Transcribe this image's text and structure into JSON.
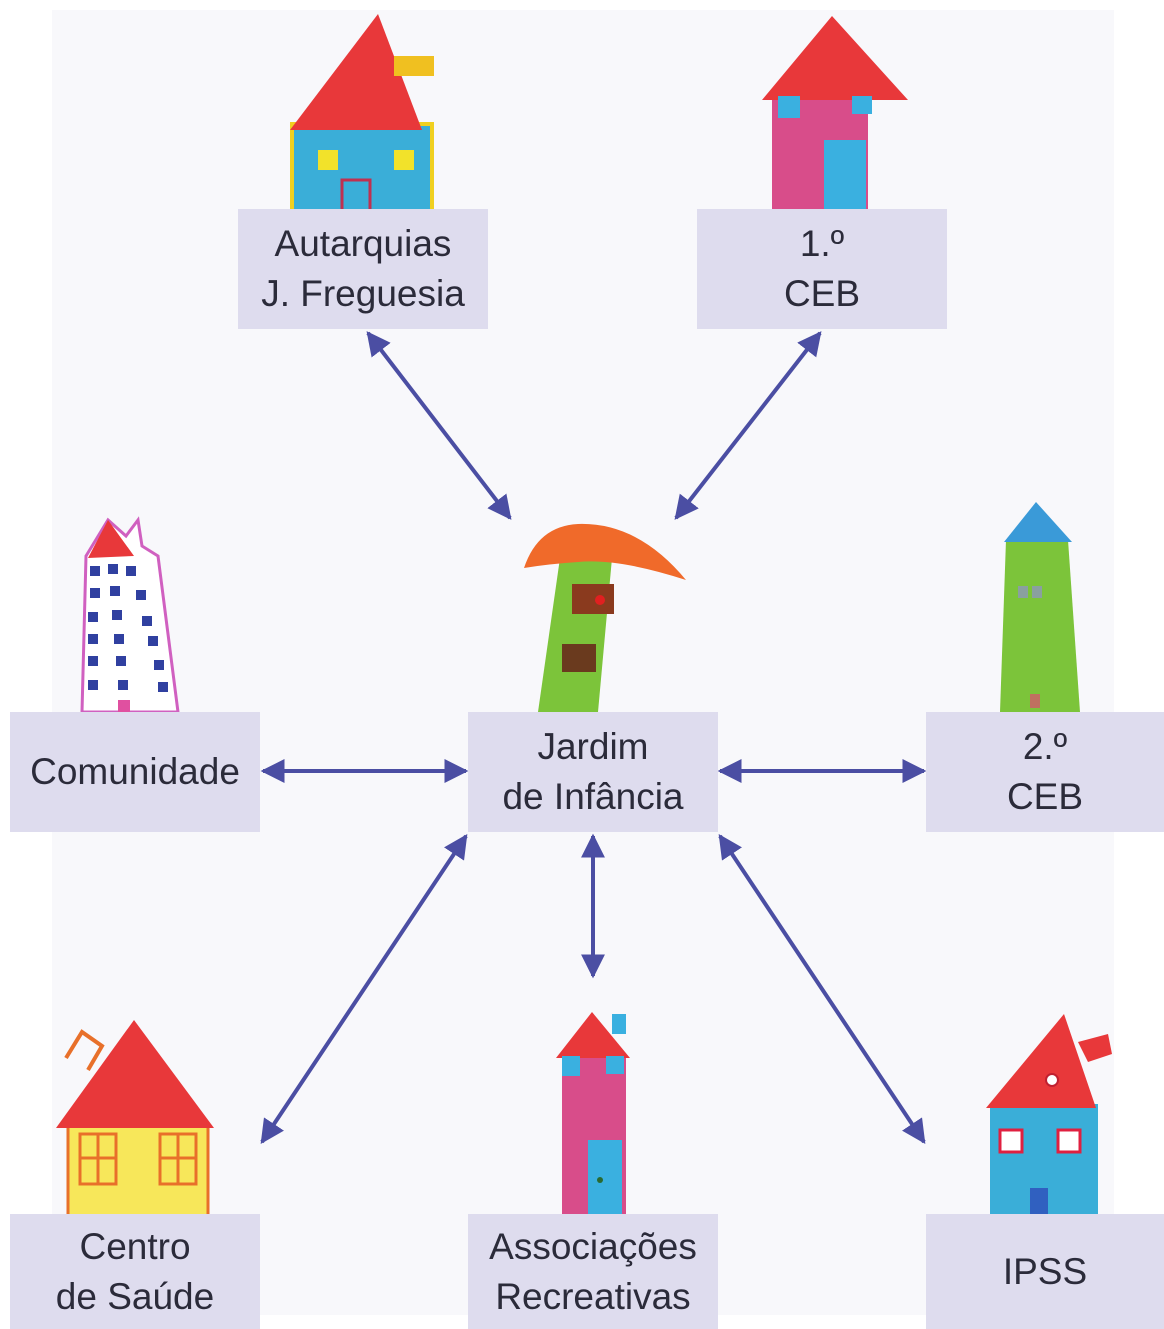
{
  "colors": {
    "box_fill": "#dedcee",
    "arrow": "#4b4ea3",
    "text": "#2b2b3a"
  },
  "center": {
    "line1": "Jardim",
    "line2": "de Infância"
  },
  "nodes": {
    "autarquias": {
      "line1": "Autarquias",
      "line2": "J. Freguesia"
    },
    "ceb1": {
      "line1": "1.º",
      "line2": "CEB"
    },
    "comunidade": {
      "line1": "Comunidade"
    },
    "ceb2": {
      "line1": "2.º",
      "line2": "CEB"
    },
    "saude": {
      "line1": "Centro",
      "line2": "de Saúde"
    },
    "associacoes": {
      "line1": "Associações",
      "line2": "Recreativas"
    },
    "ipss": {
      "line1": "IPSS"
    }
  },
  "illustrations": [
    "house-drawing-autarquias",
    "house-drawing-ceb1",
    "house-drawing-comunidade",
    "house-drawing-jardim",
    "house-drawing-ceb2",
    "house-drawing-saude",
    "house-drawing-associacoes",
    "house-drawing-ipss"
  ]
}
